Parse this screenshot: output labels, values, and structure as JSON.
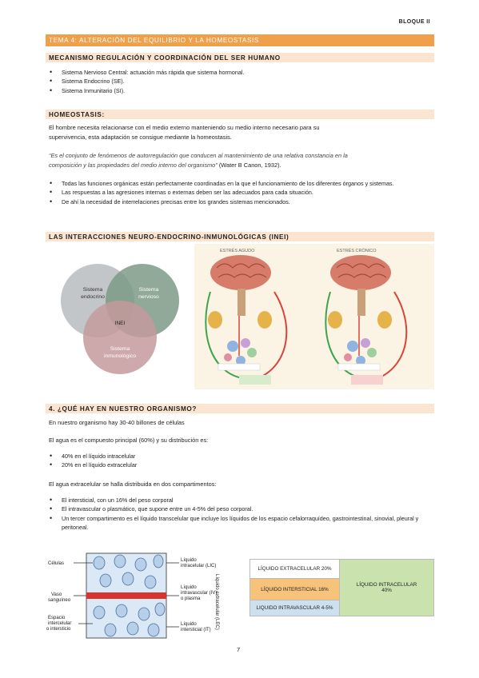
{
  "header": {
    "bloque": "BLOQUE II"
  },
  "tema_title": "TEMA 4: ALTERACIÓN DEL EQUILIBRIO Y LA HOMEOSTASIS",
  "mecanismo": {
    "heading": "MECANISMO REGULACIÓN Y COORDINACIÓN DEL SER HUMANO",
    "items": [
      "Sistema Nervioso Central: actuación más rápida que sistema hormonal.",
      "Sistema Endocrino (SE).",
      "Sistema Inmunitario (SI)."
    ]
  },
  "homeostasis": {
    "heading": "HOMEOSTASIS:",
    "intro_line1": "El hombre necesita relacionarse con el medio externo manteniendo su medio interno necesario para su",
    "intro_line2": "supervivencia, esta adaptación se consigue mediante la homeostasis.",
    "quote_line1": "“Es el conjunto de fenómenos de autorregulación que conducen al mantenimiento de una relativa constancia en la",
    "quote_line2": "composición y las propiedades del medio interno del organismo”",
    "quote_author": "(Water B Canon, 1932).",
    "items": [
      "Todas las funciones orgánicas están perfectamente coordinadas en la que el funcionamiento de los diferentes órganos y sistemas.",
      "Las respuestas a las agresiones internas o externas deben ser las adecuados para cada situación.",
      "De ahí la necesidad de interrelaciones precisas entre los grandes sistemas mencionados."
    ]
  },
  "inei": {
    "heading": "LAS INTERACCIONES NEURO-ENDOCRINO-INMUNOLÓGICAS (INEI)",
    "venn": {
      "endocrino": [
        "Sistema",
        "endocrino"
      ],
      "nervioso": [
        "Sistema",
        "nervioso"
      ],
      "inmunologico": [
        "Sistema",
        "inmunológico"
      ],
      "center": "INEI"
    },
    "stress": {
      "agudo": "ESTRÉS AGUDO",
      "cronico": "ESTRÉS CRÓNICO"
    }
  },
  "organismo": {
    "heading": "4. ¿QUÉ HAY EN NUESTRO ORGANISMO?",
    "p1": "En nuestro organismo hay 30-40 billones de células",
    "p2": "El agua es el compuesto principal (60%) y su distribución es:",
    "water_items": [
      "40% en el líquido intracelular",
      "20% en el líquido extracelular"
    ],
    "p3": "El agua extracelular se halla distribuida en dos compartimentos:",
    "comp_items": [
      "El intersticial, con un 16% del peso corporal",
      "El intravascular o plasmático, que supone entre un 4-5% del peso corporal.",
      "Un tercer compartimento es el líquido transcelular que incluye los líquidos de los espacio cefalorraquídeo, gastrointestinal, sinovial, pleural y peritoneal."
    ]
  },
  "fluid_diagram": {
    "left": {
      "celulas": "Células",
      "vaso1": "Vaso",
      "vaso2": "sanguíneo",
      "esp1": "Espacio",
      "esp2": "intercelular",
      "esp3": "o intersticio"
    },
    "right": {
      "lic1": "Líquido",
      "lic2": "intracelular (LIC)",
      "liv1": "Líquido",
      "liv2": "intravascular (IV)",
      "liv3": "o plasma",
      "lit1": "Líquido",
      "lit2": "intersticial (IT)"
    },
    "side": "Líquido extracelular (LEC)"
  },
  "split_table": {
    "extracelular": "LÍQUIDO EXTRACELULAR 20%",
    "intersticial": "LÍQUIDO INTERSTICIAL 16%",
    "intravascular": "LIQUIDO INTRAVASCULAR 4-5%",
    "intracelular1": "LÍQUIDO INTRACELULAR",
    "intracelular2": "40%",
    "colors": {
      "white": "#ffffff",
      "orange": "#f7c27a",
      "blue": "#cde0f0",
      "green": "#c9e2ae"
    }
  },
  "page_number": "7"
}
